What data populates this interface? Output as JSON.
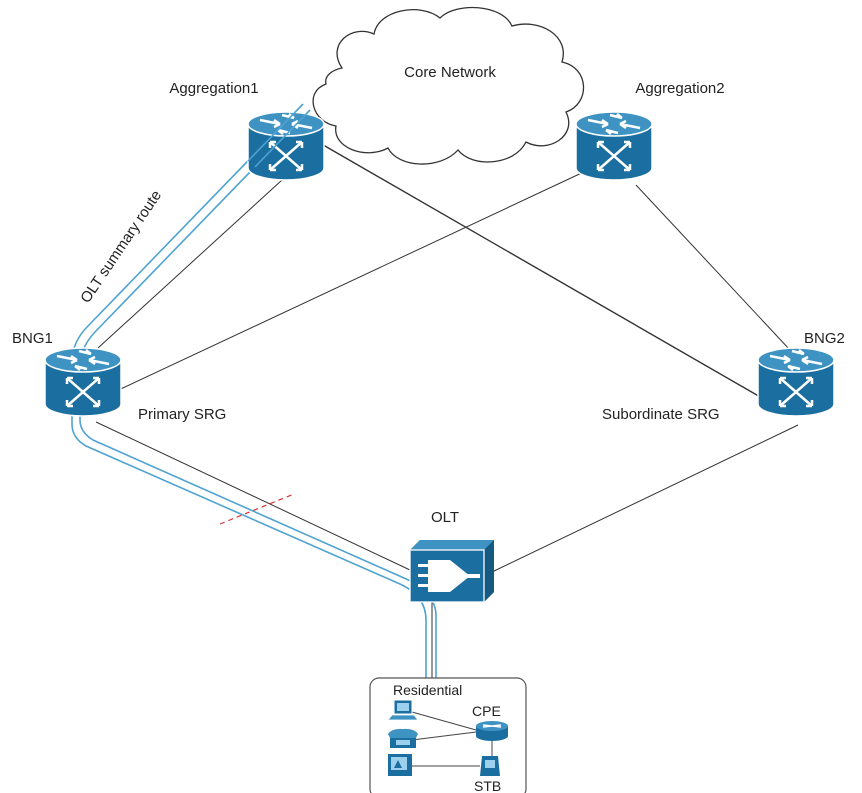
{
  "colors": {
    "device_fill": "#1b6fa0",
    "device_top": "#3e93c3",
    "route_line": "#4fa3d1",
    "link_line": "#333333",
    "failure_mark": "#e03030",
    "box_border": "#555555"
  },
  "nodes": {
    "core": {
      "label": "Core Network",
      "icon": "cloud-icon"
    },
    "agg1": {
      "label": "Aggregation1",
      "icon": "router-icon"
    },
    "agg2": {
      "label": "Aggregation2",
      "icon": "router-icon"
    },
    "bng1": {
      "label": "BNG1",
      "icon": "router-icon"
    },
    "bng2": {
      "label": "BNG2",
      "icon": "router-icon"
    },
    "olt": {
      "label": "OLT",
      "icon": "olt-icon"
    },
    "residential": {
      "label": "Residential",
      "cpe": "CPE",
      "stb": "STB",
      "devices": [
        "computer-icon",
        "phone-icon",
        "tv-icon"
      ]
    }
  },
  "annotations": {
    "route": "OLT summary route",
    "primary": "Primary SRG",
    "subordinate": "Subordinate SRG"
  },
  "links": [
    [
      "agg1",
      "bng1"
    ],
    [
      "agg1",
      "bng2"
    ],
    [
      "agg2",
      "bng1"
    ],
    [
      "agg2",
      "bng2"
    ],
    [
      "bng1",
      "olt"
    ],
    [
      "bng2",
      "olt"
    ],
    [
      "olt",
      "residential"
    ]
  ]
}
